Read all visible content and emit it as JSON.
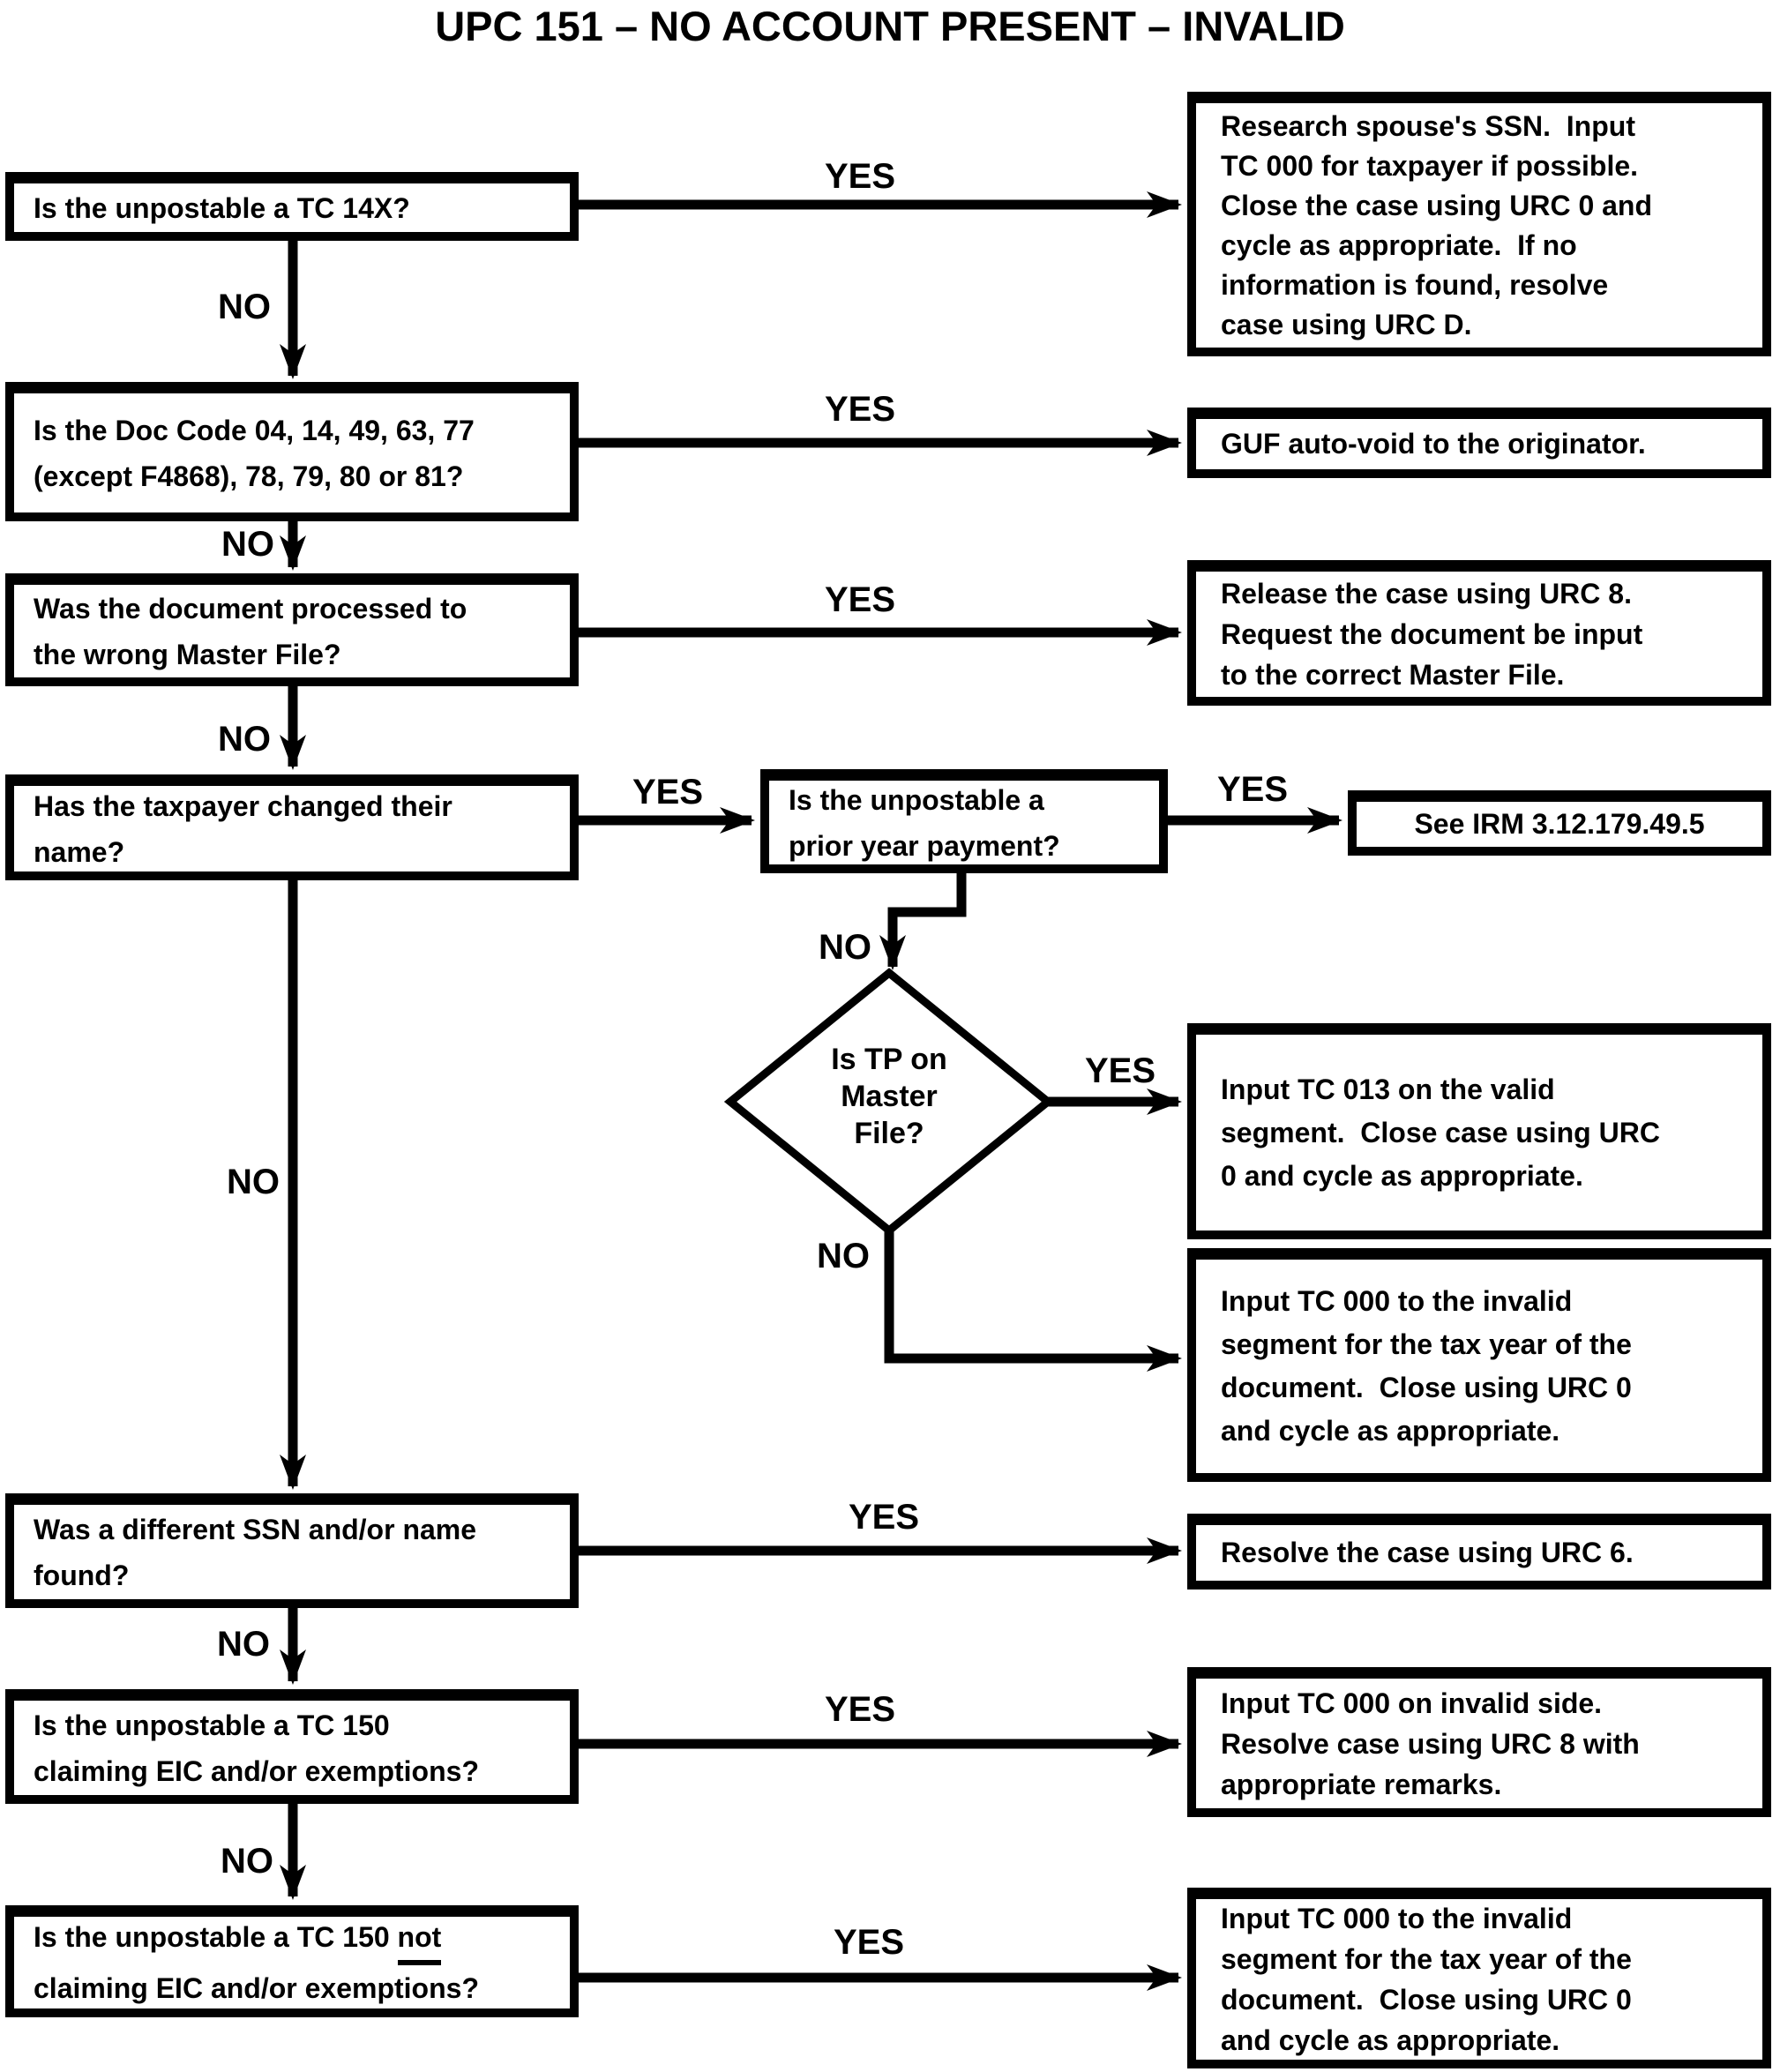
{
  "title": "UPC 151 – NO ACCOUNT PRESENT – INVALID",
  "labels": {
    "yes": "YES",
    "no": "NO"
  },
  "colors": {
    "ink": "#000000",
    "paper": "#ffffff"
  },
  "nodes": {
    "q1": "Is the unpostable a TC 14X?",
    "q2": "Is the Doc Code 04, 14, 49, 63, 77\n(except F4868), 78, 79, 80 or 81?",
    "q3": "Was the document processed to\nthe wrong Master File?",
    "q4": "Has the taxpayer changed their\nname?",
    "q5": "Is the unpostable a\nprior year payment?",
    "diamond": "Is TP on\nMaster\nFile?",
    "q7": "Was a different SSN and/or name\nfound?",
    "q8": "Is the unpostable a TC 150\nclaiming EIC and/or exemptions?",
    "q9_prefix": "Is the unpostable a TC 150 ",
    "q9_underlined": "not",
    "q9_line2": "claiming EIC and/or exemptions?",
    "r1": "Research spouse's SSN.  Input\nTC 000 for taxpayer if possible.\nClose the case using URC 0 and\ncycle as appropriate.  If no\ninformation is found, resolve\ncase using URC D.",
    "r2": "GUF auto-void to the originator.",
    "r3": "Release the case using URC 8.\nRequest the document be input\nto the correct Master File.",
    "r4": "See IRM 3.12.179.49.5",
    "r5": "Input TC 013 on the valid\nsegment.  Close case using URC\n0 and cycle as appropriate.",
    "r6": "Input TC 000 to the invalid\nsegment for the tax year of the\ndocument.  Close using URC 0\nand cycle as appropriate.",
    "r7": "Resolve the case using URC 6.",
    "r8": "Input TC 000 on invalid side.\nResolve case using URC 8 with\nappropriate remarks.",
    "r9": "Input TC 000 to the invalid\nsegment for the tax year of the\ndocument.  Close using URC 0\nand cycle as appropriate."
  }
}
